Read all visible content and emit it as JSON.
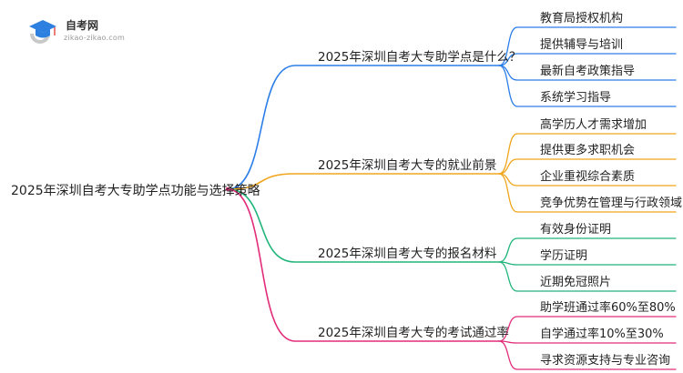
{
  "logo": {
    "name": "自考网",
    "url": "zikao-zikao.com",
    "colors": {
      "blue": "#2d7fe0",
      "red": "#e0483c",
      "gray": "#c8c8c8"
    }
  },
  "root": {
    "label": "2025年深圳自考大专助学点功能与选择策略"
  },
  "branches": [
    {
      "label": "2025年深圳自考大专助学点是什么？",
      "color": "#2a7ee8",
      "children": [
        "教育局授权机构",
        "提供辅导与培训",
        "最新自考政策指导",
        "系统学习指导"
      ]
    },
    {
      "label": "2025年深圳自考大专的就业前景",
      "color": "#f0a51c",
      "children": [
        "高学历人才需求增加",
        "提供更多求职机会",
        "企业重视综合素质",
        "竞争优势在管理与行政领域"
      ]
    },
    {
      "label": "2025年深圳自考大专的报名材料",
      "color": "#20b57a",
      "children": [
        "有效身份证明",
        "学历证明",
        "近期免冠照片"
      ]
    },
    {
      "label": "2025年深圳自考大专的考试通过率",
      "color": "#e22c79",
      "children": [
        "助学班通过率60%至80%",
        "自学通过率10%至30%",
        "寻求资源支持与专业咨询"
      ]
    }
  ]
}
